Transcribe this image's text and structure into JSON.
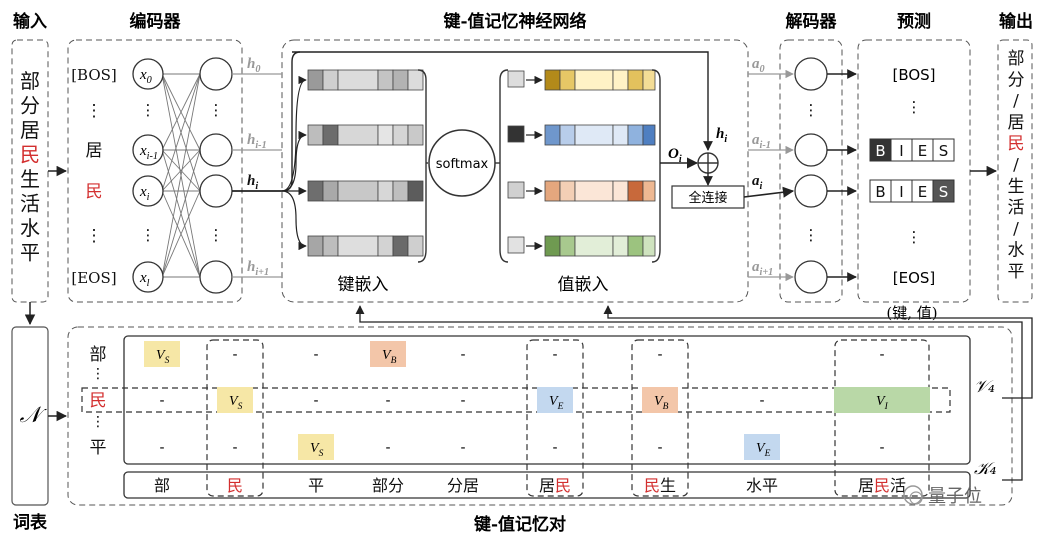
{
  "headers": {
    "input": "输入",
    "encoder": "编码器",
    "kvmn": "键-值记忆神经网络",
    "decoder": "解码器",
    "predict": "预测",
    "output": "输出"
  },
  "input_chars": [
    {
      "text": "部",
      "color": "#111111"
    },
    {
      "text": "分",
      "color": "#111111"
    },
    {
      "text": "居",
      "color": "#111111"
    },
    {
      "text": "民",
      "color": "#d32f2f"
    },
    {
      "text": "生",
      "color": "#111111"
    },
    {
      "text": "活",
      "color": "#111111"
    },
    {
      "text": "水",
      "color": "#111111"
    },
    {
      "text": "平",
      "color": "#111111"
    }
  ],
  "output_chars": [
    {
      "text": "部",
      "color": "#111111"
    },
    {
      "text": "分",
      "color": "#111111"
    },
    {
      "text": "/",
      "color": "#111111"
    },
    {
      "text": "居",
      "color": "#111111"
    },
    {
      "text": "民",
      "color": "#d32f2f"
    },
    {
      "text": "/",
      "color": "#111111"
    },
    {
      "text": "生",
      "color": "#111111"
    },
    {
      "text": "活",
      "color": "#111111"
    },
    {
      "text": "/",
      "color": "#111111"
    },
    {
      "text": "水",
      "color": "#111111"
    },
    {
      "text": "平",
      "color": "#111111"
    }
  ],
  "encoder_tokens": [
    {
      "text": "[BOS]",
      "color": "#111111"
    },
    {
      "text": "⋮",
      "color": "#111111"
    },
    {
      "text": "居",
      "color": "#111111"
    },
    {
      "text": "民",
      "color": "#d32f2f"
    },
    {
      "text": "⋮",
      "color": "#111111"
    },
    {
      "text": "[EOS]",
      "color": "#111111"
    }
  ],
  "encoder_x": [
    {
      "base": "x",
      "sub": "0"
    },
    {
      "base": "⋮",
      "sub": ""
    },
    {
      "base": "x",
      "sub": "i-1"
    },
    {
      "base": "x",
      "sub": "i"
    },
    {
      "base": "⋮",
      "sub": ""
    },
    {
      "base": "x",
      "sub": "l"
    }
  ],
  "h_labels": [
    {
      "base": "h",
      "sub": "0",
      "color": "#999999"
    },
    {
      "base": "h",
      "sub": "i-1",
      "color": "#999999"
    },
    {
      "base": "h",
      "sub": "i",
      "color": "#111111"
    },
    {
      "base": "h",
      "sub": "i+1",
      "color": "#999999"
    }
  ],
  "a_labels": [
    {
      "base": "a",
      "sub": "0",
      "color": "#999999"
    },
    {
      "base": "a",
      "sub": "i-1",
      "color": "#999999"
    },
    {
      "base": "a",
      "sub": "i",
      "color": "#111111"
    },
    {
      "base": "a",
      "sub": "i+1",
      "color": "#999999"
    }
  ],
  "softmax": "softmax",
  "fc": "全连接",
  "o_label": {
    "base": "O",
    "sub": "i"
  },
  "hi_label": {
    "base": "h",
    "sub": "i"
  },
  "key_embed": "键嵌入",
  "value_embed": "值嵌入",
  "pred_bos": "[BOS]",
  "pred_eos": "[EOS]",
  "bies": [
    "B",
    "I",
    "E",
    "S"
  ],
  "kv_note": "(键, 值)",
  "vocab_symbol": "𝒩",
  "vocab_label": "词表",
  "kv_pair_label": "键-值记忆对",
  "v4": "𝒱₄",
  "k4": "𝒦₄",
  "row_labels": [
    {
      "text": "部",
      "color": "#111111"
    },
    {
      "text": "民",
      "color": "#d32f2f"
    },
    {
      "text": "平",
      "color": "#111111"
    }
  ],
  "keys": [
    {
      "parts": [
        {
          "t": "部",
          "c": "#111111"
        }
      ]
    },
    {
      "parts": [
        {
          "t": "民",
          "c": "#d32f2f"
        }
      ]
    },
    {
      "parts": [
        {
          "t": "平",
          "c": "#111111"
        }
      ]
    },
    {
      "parts": [
        {
          "t": "部分",
          "c": "#111111"
        }
      ]
    },
    {
      "parts": [
        {
          "t": "分居",
          "c": "#111111"
        }
      ]
    },
    {
      "parts": [
        {
          "t": "居",
          "c": "#111111"
        },
        {
          "t": "民",
          "c": "#d32f2f"
        }
      ]
    },
    {
      "parts": [
        {
          "t": "民",
          "c": "#d32f2f"
        },
        {
          "t": "生",
          "c": "#111111"
        }
      ]
    },
    {
      "parts": [
        {
          "t": "水平",
          "c": "#111111"
        }
      ]
    },
    {
      "parts": [
        {
          "t": "居",
          "c": "#111111"
        },
        {
          "t": "民",
          "c": "#d32f2f"
        },
        {
          "t": "活",
          "c": "#111111"
        }
      ]
    }
  ],
  "matrix": [
    [
      "VS",
      "-",
      "-",
      "VB",
      "-",
      "-",
      "-",
      "",
      "-"
    ],
    [
      "-",
      "VS",
      "-",
      "-",
      "-",
      "VE",
      "VB",
      "-",
      "VI"
    ],
    [
      "-",
      "-",
      "VS",
      "-",
      "-",
      "-",
      "-",
      "VE",
      "-"
    ]
  ],
  "v_labels": {
    "VS": {
      "base": "V",
      "sub": "S",
      "color": "#f6e7a6"
    },
    "VB": {
      "base": "V",
      "sub": "B",
      "color": "#f3c6a9"
    },
    "VE": {
      "base": "V",
      "sub": "E",
      "color": "#c3d8ef"
    },
    "VI": {
      "base": "V",
      "sub": "I",
      "color": "#b9d8a7"
    }
  },
  "watermark": "量子位"
}
